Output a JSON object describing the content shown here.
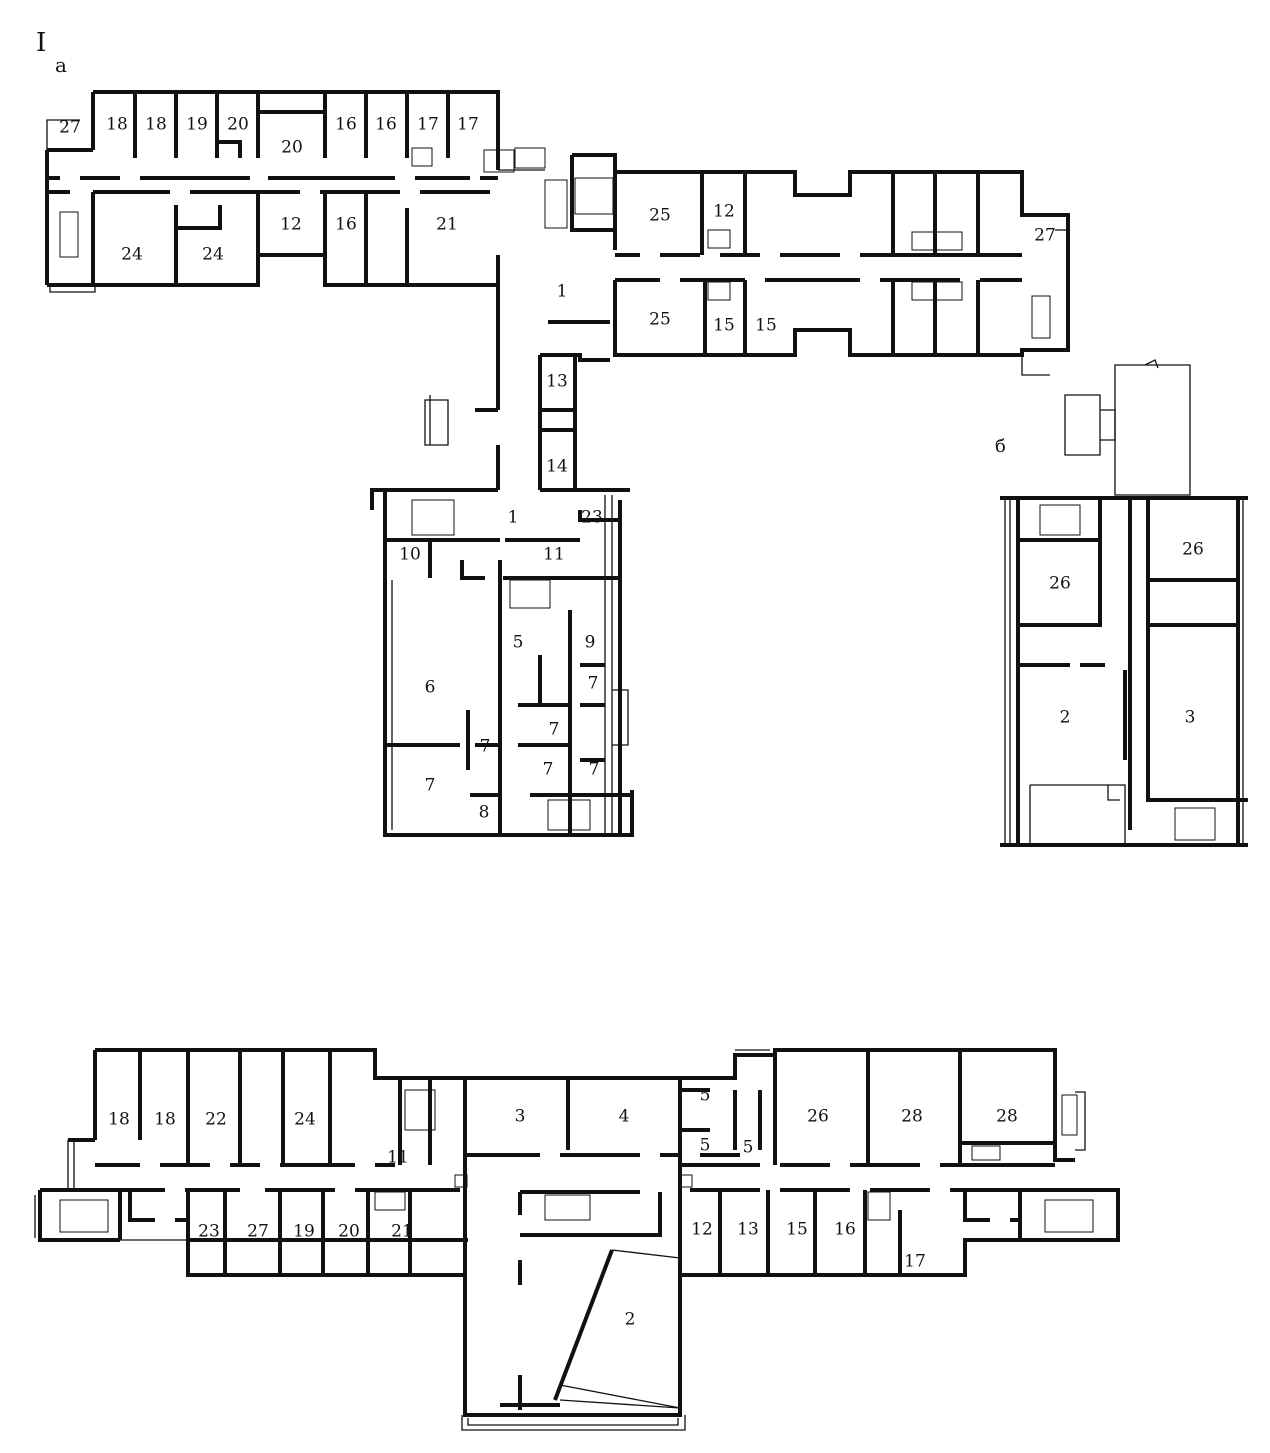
{
  "figure_marks": {
    "roman": "I",
    "plan_a": "a",
    "plan_b": "б"
  },
  "plan_a": {
    "rooms": {
      "r27w": "27",
      "r18a": "18",
      "r18b": "18",
      "r19": "19",
      "r20a": "20",
      "r20b": "20",
      "r16a": "16",
      "r16b": "16",
      "r17a": "17",
      "r17b": "17",
      "r24a": "24",
      "r24b": "24",
      "r12a": "12",
      "r16c": "16",
      "r21": "21",
      "r1a": "1",
      "r25a": "25",
      "r12b": "12",
      "r25b": "25",
      "r15a": "15",
      "r15b": "15",
      "r27e": "27",
      "r13": "13",
      "r14": "14",
      "r1b": "1",
      "r23": "23",
      "r10": "10",
      "r11": "11",
      "r5": "5",
      "r9": "9",
      "r6": "6",
      "r7a": "7",
      "r7b": "7",
      "r7c": "7",
      "r7d": "7",
      "r7e": "7",
      "r7f": "7",
      "r8": "8"
    }
  },
  "plan_b": {
    "rooms": {
      "r26a": "26",
      "r26b": "26",
      "r2": "2",
      "r3": "3"
    }
  },
  "plan_c": {
    "rooms": {
      "r18a": "18",
      "r18b": "18",
      "r22": "22",
      "r24": "24",
      "r11": "11",
      "r3": "3",
      "r4": "4",
      "r5a": "5",
      "r5b": "5",
      "r5c": "5",
      "r26": "26",
      "r28a": "28",
      "r28b": "28",
      "r23": "23",
      "r27": "27",
      "r19": "19",
      "r20": "20",
      "r21": "21",
      "r12": "12",
      "r13": "13",
      "r15": "15",
      "r16": "16",
      "r17": "17",
      "r2": "2"
    }
  }
}
